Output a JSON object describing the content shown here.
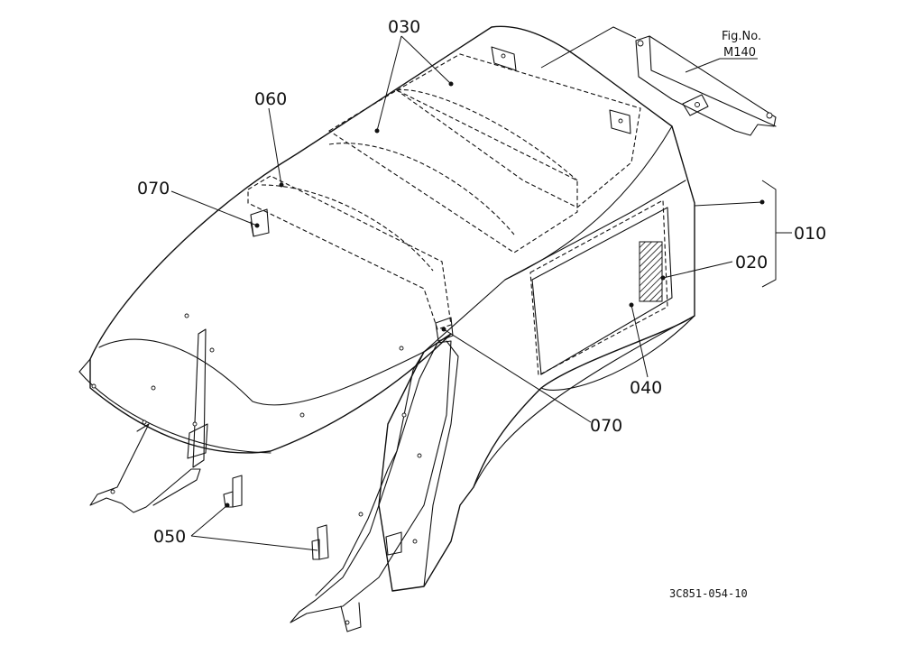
{
  "figure_reference": {
    "line1": "Fig.No.",
    "line2": "M140"
  },
  "part_labels": {
    "p010": "010",
    "p020": "020",
    "p030": "030",
    "p040": "040",
    "p050": "050",
    "p060": "060",
    "p070_upper": "070",
    "p070_lower": "070"
  },
  "drawing_code": "3C851-054-10",
  "colors": {
    "ink": "#111111",
    "paper": "#ffffff"
  }
}
